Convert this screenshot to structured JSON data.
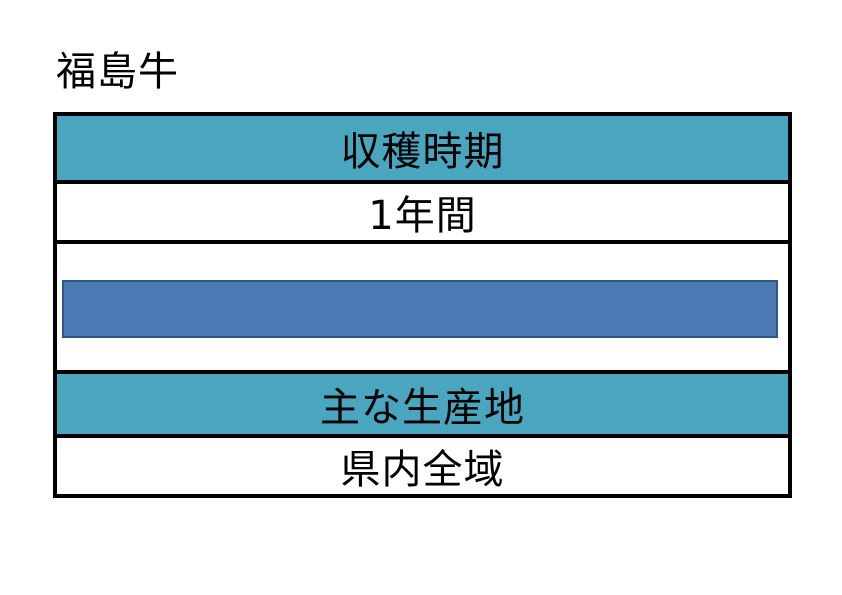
{
  "page": {
    "title": "福島牛"
  },
  "table": {
    "rows": [
      {
        "kind": "header",
        "label": "収穫時期"
      },
      {
        "kind": "value",
        "label": "1年間"
      },
      {
        "kind": "bar",
        "label": ""
      },
      {
        "kind": "header",
        "label": "主な生産地"
      },
      {
        "kind": "value",
        "label": "県内全域"
      }
    ]
  },
  "colors": {
    "header_bg": "#4AA5BE",
    "bar_fill": "#4C7AB4",
    "bar_border": "#2F5885",
    "table_border": "#000000",
    "text": "#000000"
  }
}
